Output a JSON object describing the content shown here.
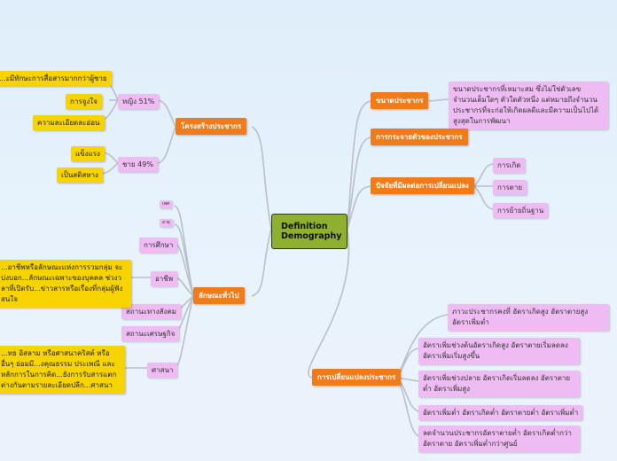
{
  "center": {
    "line1": "Definition",
    "line2": "Demography"
  },
  "right": {
    "size": {
      "label": "ขนาดประชากร",
      "note": "ขนาดประชากรที่เหมาะสม ซึ่งไม่ใช่ตัวเลข จำนวนเต็มใดๆ ตัวใดตัวหนึ่ง แต่หมายถึงจำนวนประชากรที่จะก่อให้เกิดผลดีและมีความเป็นไปได้สูงสุดในการพัฒนา"
    },
    "distribution": {
      "label": "การกระจายตัวของประชากร"
    },
    "factors": {
      "label": "ปัจจัยที่มีผลต่อการเปลี่ยนแปลง",
      "items": [
        "การเกิด",
        "การตาย",
        "การย้ายถิ่นฐาน"
      ]
    },
    "change": {
      "label": "การเปลี่ยนแปลงประชากร",
      "items": [
        "ภาวะประชากรคงที่ อัตราเกิดสูง อัตราตายสูง อัตราเพิ่มต่ำ",
        "อัตราเพิ่มช่วงต้นอัตราเกิดสูง อัตราตายเริ่มลดลง อัตราเพิ่มเริ่มสูงขึ้น",
        "อัตราเพิ่มช่วงปลาย อัตราเกิดเริ่มลดลง อัตราตายต่ำ อัตราเพิ่มสูง",
        "อัตราเพิ่มต่ำ อัตราเกิดต่ำ อัตราตายต่ำ อัตราเพิ่มต่ำ",
        "ลดจำนวนประชากรอัตราตายต่ำ อัตราเกิดต่ำกว่าอัตราตาย อัตราเพิ่มต่ำกว่าศูนย์"
      ]
    }
  },
  "left": {
    "structure": {
      "label": "โครงสร้างประชากร",
      "female": {
        "label": "หญิง 51%",
        "items": [
          "...ะมีทักษะการสื่อสารมากกว่าผู้ชาย",
          "การจูงใจ",
          "ความละเอียดละอ่อน"
        ]
      },
      "male": {
        "label": "ชาย 49%",
        "items": [
          "แข็งแรง",
          "เป็นสติสหาง"
        ]
      }
    },
    "general": {
      "label": "ลักษณะทั่วไป",
      "items": [
        "เพศ",
        "อายุ",
        "การศึกษา",
        "อาชีพ",
        "สถานะทางสังคม",
        "สถานะเศรษฐกิจ",
        "ศาสนา"
      ],
      "occupation_note": "...อาชีพหรือลักษณะแห่งการรวมกลุ่ม จะบ่งบอก...ลักษณะเฉพาะของบุคคล ช่วงวลาที่เปิดรับ...ข่าวสารหรือเรื่องที่กลุ่มผู้ฟังสนใจ",
      "religion_note": "...ทธ อิสลาม หรือศาสนาคริสต์ หรืออื่นๆ ย่อมมี...งคุณธรรม ประเพณี และหลักการในการคิด...ยังการรับสารแตกต่างกันตามรายละเอียดปลีก...ศาสนา"
    }
  }
}
